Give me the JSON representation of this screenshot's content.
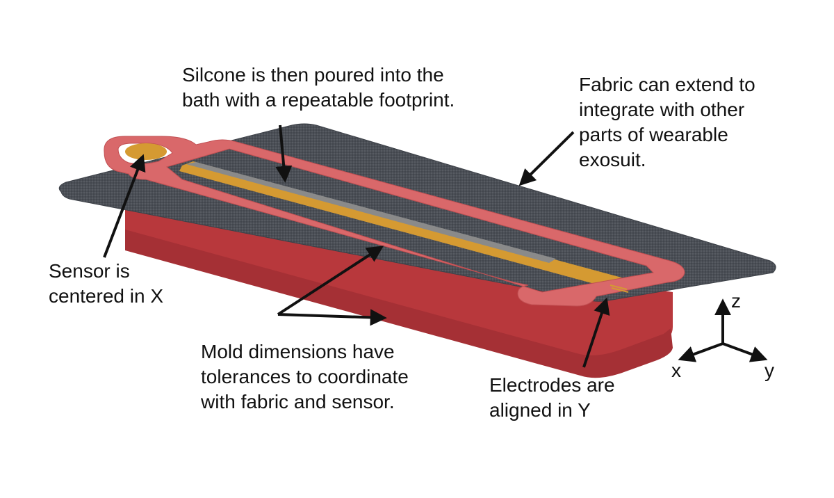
{
  "annotations": {
    "silicone": {
      "lines": [
        "Silcone is then poured into the",
        "bath with a repeatable footprint."
      ]
    },
    "fabric": {
      "lines": [
        "Fabric can extend to",
        "integrate  with other",
        "parts of wearable",
        "exosuit."
      ]
    },
    "sensor": {
      "lines": [
        "Sensor is",
        "centered in X"
      ]
    },
    "mold": {
      "lines": [
        "Mold dimensions have",
        "tolerances to coordinate",
        "with fabric and sensor."
      ]
    },
    "electrodes": {
      "lines": [
        "Electrodes are",
        "aligned in Y"
      ]
    }
  },
  "axes": {
    "x": "x",
    "y": "y",
    "z": "z"
  },
  "colors": {
    "fabric": "#4a4e55",
    "mold_top": "#d9686a",
    "mold_side": "#b8383c",
    "sensor": "#d59a32",
    "sensor_core": "#8a8a8a",
    "arrow": "#111111"
  }
}
